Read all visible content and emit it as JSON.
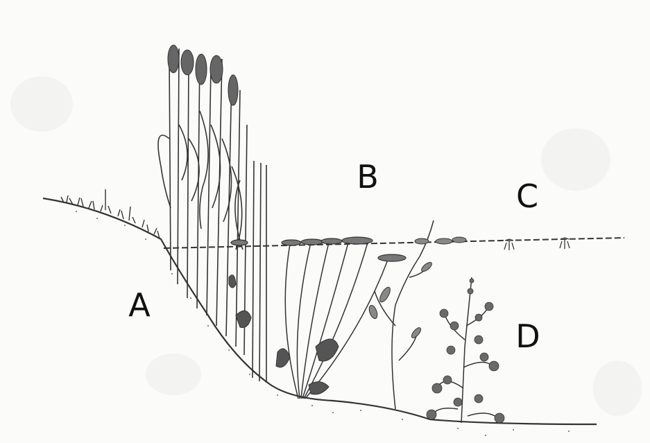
{
  "labels": {
    "a": "A",
    "b": "B",
    "c": "C",
    "d": "D"
  },
  "colors": {
    "background": "#fbfbfa",
    "ink": "#2f2f2f",
    "plant_fill": "#555555",
    "label": "#111111"
  }
}
